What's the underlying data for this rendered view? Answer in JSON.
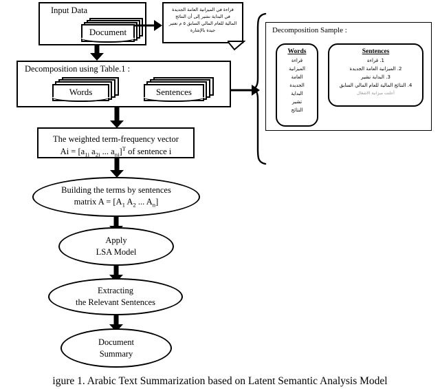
{
  "figure": {
    "caption": "igure 1. Arabic Text Summarization based on Latent Semantic Analysis Model"
  },
  "input_data": {
    "title": "Input Data",
    "document_label": "Document"
  },
  "note": {
    "lines": [
      "قراءة في الميزانية العامة الجديدة",
      "في البداية نشير إلى أن النتائج",
      "المالية للعام المالي السابق ٥ م تعتبر",
      "جيدة بالإشارة"
    ]
  },
  "decomposition": {
    "title": "Decomposition using  Table.1 :",
    "words_label": "Words",
    "sentences_label": "Sentences"
  },
  "vector_box": {
    "line1": "The weighted term-frequency vector",
    "line2_prefix": "Ai = [a",
    "sub1": "1i",
    "mid1": " a",
    "sub2": "2i",
    "mid2": " ... a",
    "sub3": "ni",
    "bracket": "]",
    "sup": "T",
    "line2_suffix": " of sentence i"
  },
  "nodes": {
    "matrix": {
      "line1": "Building the terms by sentences",
      "line2_prefix": "matrix    A = [A",
      "sub1": "1",
      "mid1": " A",
      "sub2": "2",
      "mid2": " ... A",
      "sub3": "n",
      "line2_suffix": "]"
    },
    "apply_lsa": {
      "line1": "Apply",
      "line2": "LSA Model"
    },
    "extracting": {
      "line1": "Extracting",
      "line2": "the Relevant Sentences"
    },
    "summary": {
      "line1": "Document",
      "line2": "Summary"
    }
  },
  "sample_panel": {
    "title": "Decomposition Sample :",
    "words_card": {
      "title": "Words",
      "items": [
        "قراءة",
        "الميزانية",
        "العامة",
        "الجديدة",
        "البداية",
        "تشير",
        "النتائج"
      ]
    },
    "sentences_card": {
      "title": "Sentences",
      "items": [
        "1.  قراءة",
        "2.  الميزانية العامة الجديدة",
        "3.  البداية نشير",
        "4. النتائج المالية للعام المالي السابق"
      ],
      "faded_line": "أعلنت ميزانية الاشغال"
    }
  },
  "colors": {
    "ink": "#000000",
    "paper": "#ffffff"
  }
}
